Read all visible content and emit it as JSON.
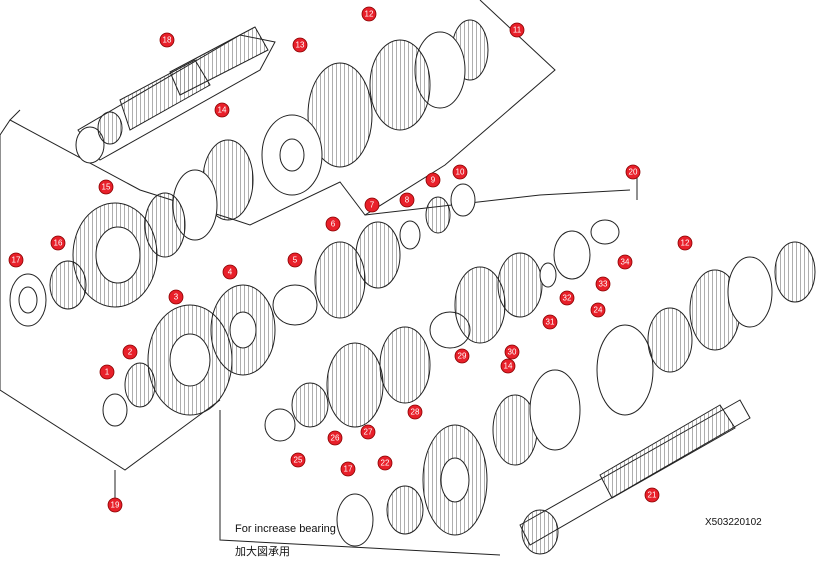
{
  "drawing_number": "X503220102",
  "note_en": "For increase bearing",
  "note_cn": "加大図承用",
  "callout_color": "#e8202a",
  "line_color": "#222222",
  "callouts": [
    "1",
    "2",
    "3",
    "4",
    "5",
    "6",
    "7",
    "8",
    "9",
    "10",
    "11",
    "12",
    "12",
    "13",
    "14",
    "14",
    "15",
    "16",
    "17",
    "17",
    "18",
    "19",
    "20",
    "21",
    "22",
    "25",
    "26",
    "27",
    "28",
    "29",
    "30",
    "31",
    "32",
    "33",
    "34",
    "24"
  ]
}
